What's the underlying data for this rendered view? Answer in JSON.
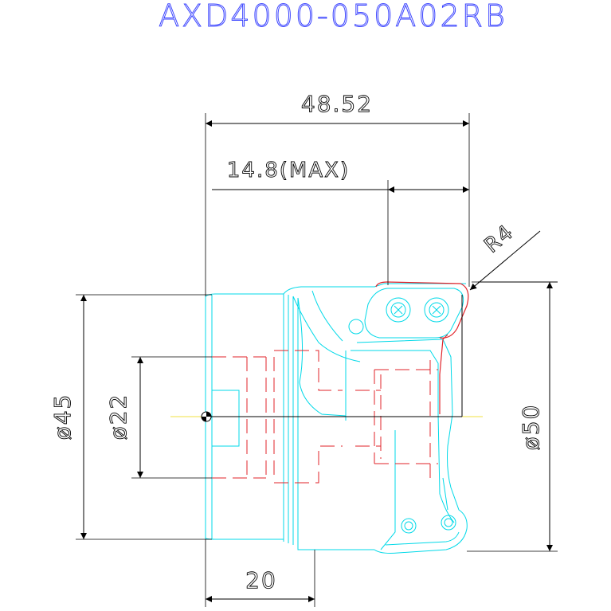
{
  "title": "AXD4000-050A02RB",
  "dimensions": {
    "overall_length": "48.52",
    "insert_length": "14.8(MAX)",
    "corner_radius": "R4",
    "diameter_shank": "ø45",
    "diameter_bore": "ø22",
    "diameter_cutting": "ø50",
    "shank_length": "20"
  },
  "colors": {
    "title": "#3a43ff",
    "body_outline": "#00d9e8",
    "hidden_lines": "#e0232a",
    "dimension": "#000000"
  }
}
